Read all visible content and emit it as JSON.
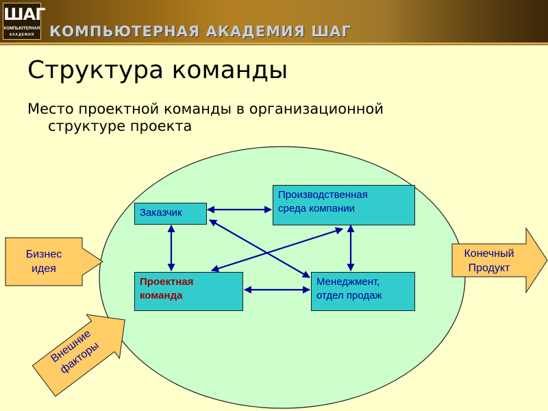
{
  "header": {
    "logo_main": "ШАГ",
    "logo_line1": "КОМПЬЮТЕРНАЯ",
    "logo_line2": "АКАДЕМИЯ",
    "academy_name": "КОМПЬЮТЕРНАЯ АКАДЕМИЯ ШАГ"
  },
  "slide": {
    "title": "Структура команды",
    "subtitle_line1": "Место проектной команды в организационной",
    "subtitle_line2": "структуре проекта"
  },
  "diagram": {
    "nodes": {
      "customer": "Заказчик",
      "production_line1": "Производственная",
      "production_line2": "среда компании",
      "team_line1": "Проектная",
      "team_line2": "команда",
      "management_line1": "Менеджмент,",
      "management_line2": "отдел продаж"
    },
    "inputs": {
      "business_line1": "Бизнес",
      "business_line2": "идея",
      "external_line1": "Внешние",
      "external_line2": "факторы"
    },
    "output": {
      "product_line1": "Конечный",
      "product_line2": "Продукт"
    },
    "connections": [
      {
        "from": "customer",
        "to": "production"
      },
      {
        "from": "customer",
        "to": "team"
      },
      {
        "from": "customer",
        "to": "management"
      },
      {
        "from": "production",
        "to": "team"
      },
      {
        "from": "production",
        "to": "management"
      },
      {
        "from": "team",
        "to": "management"
      }
    ]
  },
  "colors": {
    "background": "#ffffcc",
    "ellipse_fill": "#ccffcc",
    "box_fill": "#33cccc",
    "arrow_color": "#000099",
    "input_fill": "#ffcc66",
    "accent_text": "#000099",
    "team_text": "#990000"
  }
}
